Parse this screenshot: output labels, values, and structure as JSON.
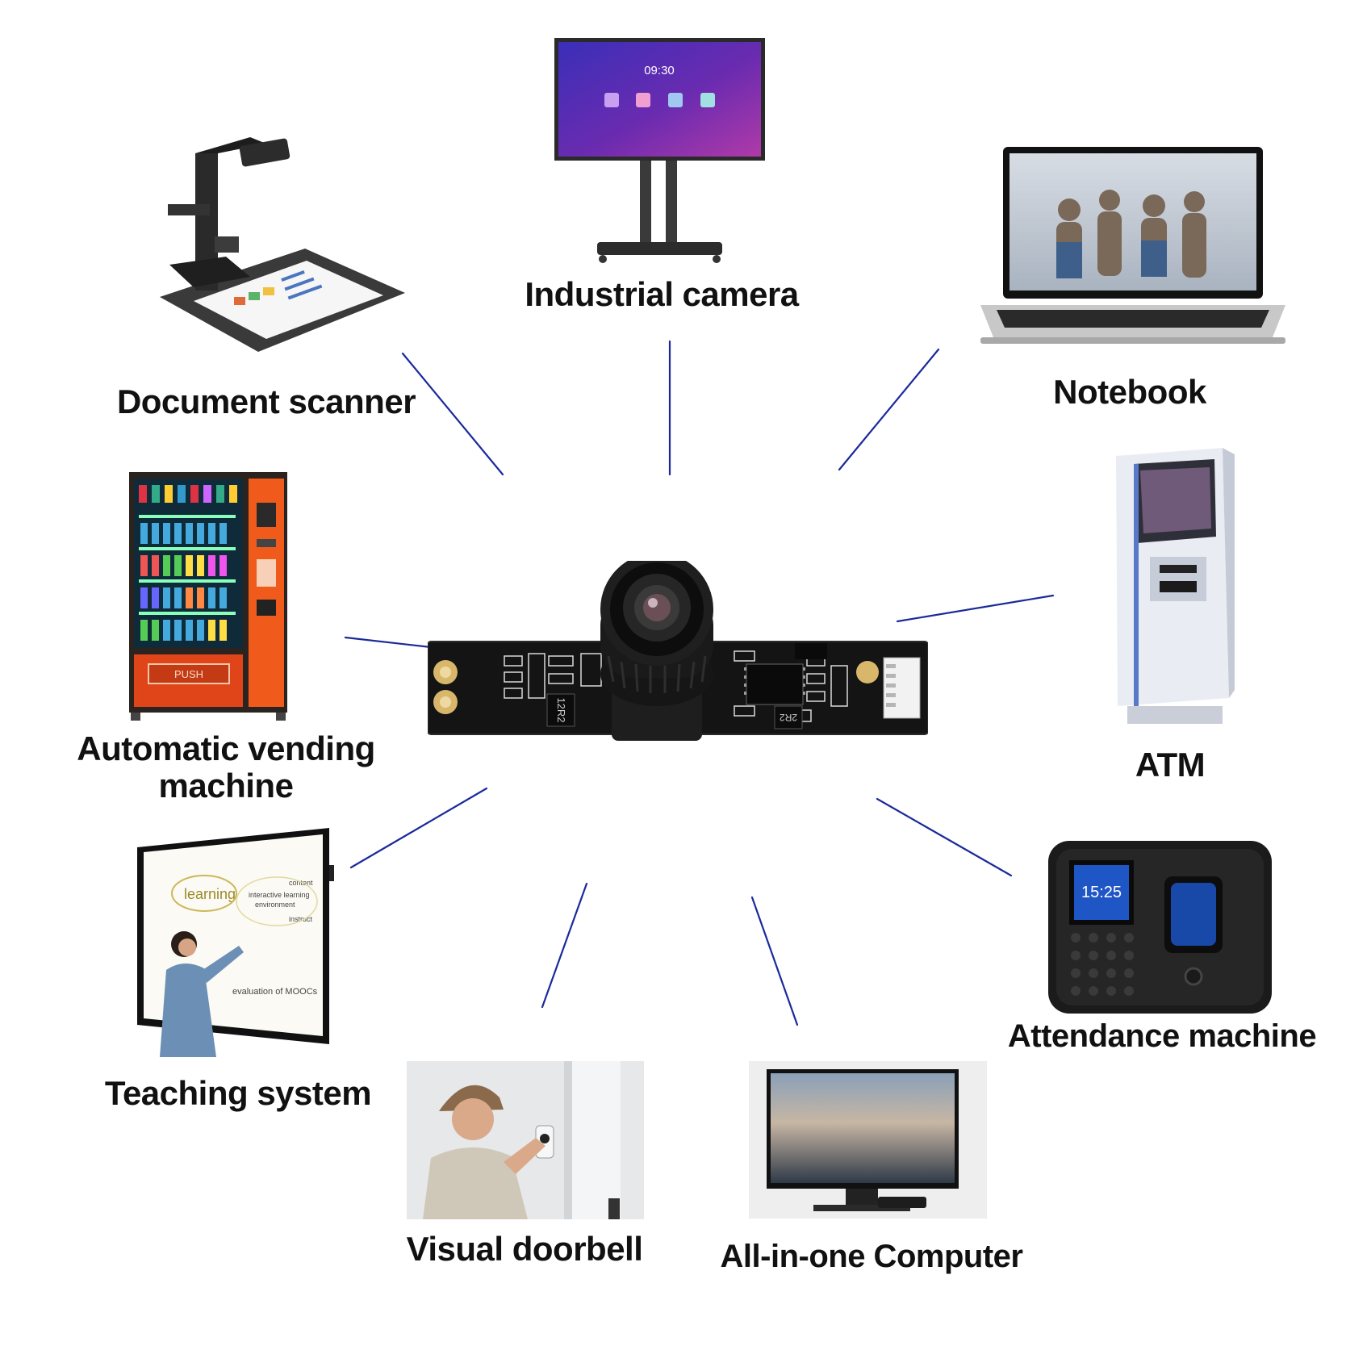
{
  "diagram": {
    "center": {
      "name": "camera-module",
      "silkscreen_left": "12R2",
      "silkscreen_right": "2R2"
    },
    "connector_color": "#1a2a9a",
    "nodes": [
      {
        "id": "industrial-camera",
        "label": "Industrial camera",
        "screen_time": "09:30"
      },
      {
        "id": "notebook",
        "label": "Notebook"
      },
      {
        "id": "atm",
        "label": "ATM"
      },
      {
        "id": "attendance-machine",
        "label": "Attendance machine",
        "screen_time": "15:25"
      },
      {
        "id": "all-in-one-computer",
        "label": "All-in-one Computer"
      },
      {
        "id": "visual-doorbell",
        "label": "Visual doorbell"
      },
      {
        "id": "teaching-system",
        "label": "Teaching system",
        "board_words": [
          "learning",
          "interactive learning",
          "content",
          "environment",
          "instruct",
          "evaluation of MOOCs"
        ]
      },
      {
        "id": "automatic-vending-machine",
        "label": "Automatic vending\nmachine",
        "button_text": "PUSH"
      },
      {
        "id": "document-scanner",
        "label": "Document scanner"
      }
    ]
  }
}
